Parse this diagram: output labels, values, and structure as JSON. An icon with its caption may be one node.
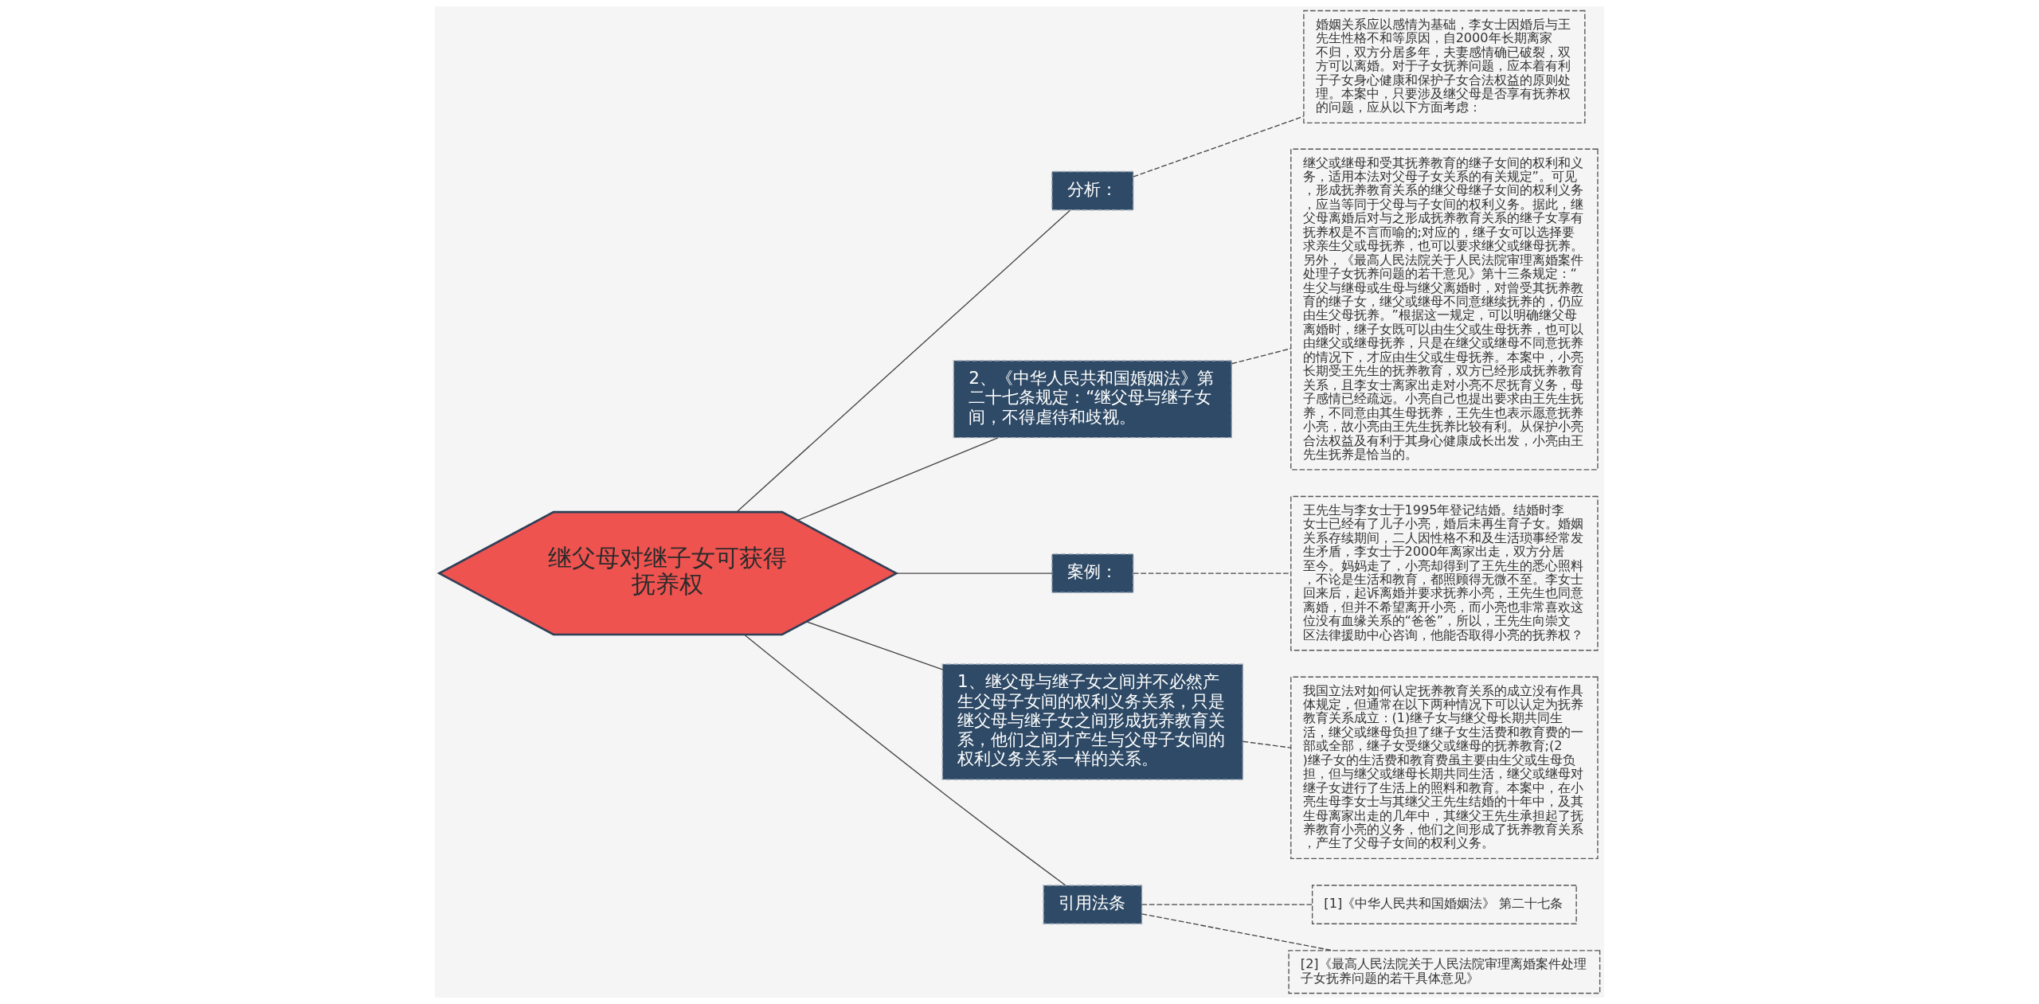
{
  "diagram": {
    "nodes": [
      {
        "text": [
          "继父母对继子女可获得抚养权"
        ]
      },
      {
        "text": [
          "分析："
        ]
      },
      {
        "text": [
          "婚姻关系应以感情为基础，李女士因婚后与王先生性格不和等原因，自2000年长期离家不归，双方分居多年，夫妻感情确已破裂，双方可以离婚。对于子女抚养问题，应本着有利于子女身心健康和保护子女合法权益的原则处理。本案中，只要涉及继父母是否享有抚养权的问题，应从以下方面考虑："
        ]
      },
      {
        "text": [
          "2、《中华人民共和国婚姻法》第二十七条规定：“继父母与继子女间，不得虐待和歧视。"
        ]
      },
      {
        "text": [
          "继父或继母和受其抚养教育的继子女间的权利和义务，适用本法对父母子女关系的有关规定”。可见，形成抚养教育关系的继父母继子女间的权利义务，应当等同于父母与子女间的权利义务。据此，继父母离婚后对与之形成抚养教育关系的继子女享有抚养权是不言而喻的;对应的，继子女可以选择要求亲生父或母抚养，也可以要求继父或继母抚养。另外，《最高人民法院关于人民法院审理离婚案件处理子女抚养问题的若干意见》第十三条规定：“生父与继母或生母与继父离婚时，对曾受其抚养教育的继子女，继父或继母不同意继续抚养的，仍应由生父母抚养。”根据这一规定，可以明确继父母离婚时，继子女既可以由生父或生母抚养，也可以由继父或继母抚养，只是在继父或继母不同意抚养的情况下，才应由生父或生母抚养。本案中，小亮长期受王先生的抚养教育，双方已经形成抚养教育关系，且李女士离家出走对小亮不尽抚育义务，母子感情已经疏远。小亮自己也提出要求由王先生抚养，不同意由其生母抚养，王先生也表示愿意抚养小亮，故小亮由王先生抚养比较有利。从保护小亮合法权益及有利于其身心健康成长出发，小亮由王先生抚养是恰当的。"
        ]
      },
      {
        "text": [
          "案例："
        ]
      },
      {
        "text": [
          "王先生与李女士于1995年登记结婚。结婚时李女士已经有了儿子小亮，婚后未再生育子女。婚姻关系存续期间，二人因性格不和及生活琐事经常发生矛盾，李女士于2000年离家出走，双方分居至今。妈妈走了，小亮却得到了王先生的悉心照料，不论是生活和教育，都照顾得无微不至。李女士回来后，起诉离婚并要求抚养小亮，王先生也同意离婚，但并不希望离开小亮，而小亮也非常喜欢这位没有血缘关系的“爸爸”，所以，王先生向崇文区法律援助中心咨询，他能否取得小亮的抚养权？"
        ]
      },
      {
        "text": [
          "1、继父母与继子女之间并不必然产生父母子女间的权利义务关系，只是继父母与继子女之间形成抚养教育关系，他们之间才产生与父母子女间的权利义务关系一样的关系。"
        ]
      },
      {
        "text": [
          "我国立法对如何认定抚养教育关系的成立没有作具体规定，但通常在以下两种情况下可以认定为抚养教育关系成立：(1)继子女与继父母长期共同生活，继父或继母负担了继子女生活费和教育费的一部或全部，继子女受继父或继母的抚养教育;(2)继子女的生活费和教育费虽主要由生父或生母负担，但与继父或继母长期共同生活，继父或继母对继子女进行了生活上的照料和教育。本案中，在小亮生母李女士与其继父王先生结婚的十年中，及其生母离家出走的几年中，其继父王先生承担起了抚养教育小亮的义务，他们之间形成了抚养教育关系，产生了父母子女间的权利义务。"
        ]
      },
      {
        "text": [
          "引用法条"
        ]
      },
      {
        "text": [
          "[1]《中华人民共和国婚姻法》 第二十七条"
        ]
      },
      {
        "text": [
          "[2]《最高人民法院关于人民法院审理离婚案件处理子女抚养问题的若干具体意见》"
        ]
      }
    ],
    "edges": [
      {
        "from": 0,
        "to": 1,
        "arrow": "none"
      },
      {
        "from": 1,
        "to": 2,
        "arrow": "none",
        "style": "dashed"
      },
      {
        "from": 0,
        "to": 3,
        "arrow": "none"
      },
      {
        "from": 3,
        "to": 4,
        "arrow": "none",
        "style": "dashed"
      },
      {
        "from": 0,
        "to": 5,
        "arrow": "none"
      },
      {
        "from": 5,
        "to": 6,
        "arrow": "none",
        "style": "dashed"
      },
      {
        "from": 0,
        "to": 7,
        "arrow": "none"
      },
      {
        "from": 7,
        "to": 8,
        "arrow": "none",
        "style": "dashed"
      },
      {
        "from": 0,
        "to": 9,
        "arrow": "none"
      },
      {
        "from": 9,
        "to": 10,
        "arrow": "none",
        "style": "dashed"
      },
      {
        "from": 9,
        "to": 11,
        "arrow": "none",
        "style": "dashed"
      }
    ]
  }
}
